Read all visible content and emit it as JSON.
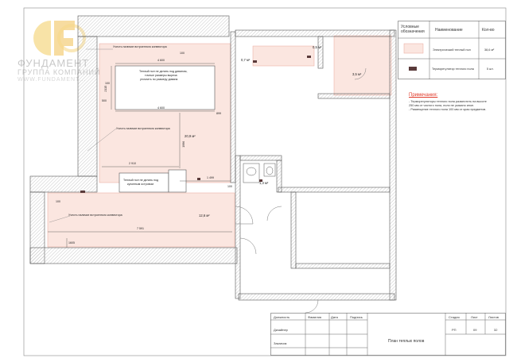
{
  "brand": {
    "name": "ФУНДАМЕНТ",
    "subtitle": "ГРУППА КОМПАНИЙ",
    "website": "WWW.FUNDAMENT..."
  },
  "legend": {
    "headers": {
      "symbol": "Условные обозначения",
      "name": "Наименование",
      "qty": "Кол-во"
    },
    "rows": [
      {
        "name": "Электрический теплый пол",
        "qty": "38,6 м²",
        "color": "#fbe6e0"
      },
      {
        "name": "Терморегулятор теплого пола",
        "qty": "5 шт.",
        "color": "#5a3a3a"
      }
    ]
  },
  "notes": {
    "title": "Примечания:",
    "items": [
      "- Терморегуляторы теплого пола разместить на высоте",
      "  250 мм от чистого пола, если не указано иное.",
      "- Размещение теплого пола 100 мм от края предметов."
    ]
  },
  "plan_labels": {
    "convector_1": "Учесть наличие встроенного конвектора",
    "convector_2": "Учесть наличие встроенного конвектора",
    "convector_3": "Учесть наличие встроенного конвектора",
    "sofa_note_1": "Теплый пол не делать под диваном,",
    "sofa_note_2": "точные размеры выреза",
    "sofa_note_3": "уточнить по размеру дивана",
    "kitchen_note_1": "Теплый пол не делать под",
    "kitchen_note_2": "кухонным островом"
  },
  "dimensions": {
    "d_4600_top": "4 600",
    "d_4600_mid": "4 600",
    "d_2115": "2115",
    "d_500": "500",
    "d_100_a": "100",
    "d_100_b": "100",
    "d_899": "899",
    "d_1996": "1996",
    "d_2910": "2 910",
    "d_1499": "1 499",
    "d_7591": "7 591",
    "d_1605": "1605",
    "d_100_c": "100",
    "d_100_d": "100"
  },
  "areas": {
    "living": "20,9 м²",
    "kitchen": "12,6 м²",
    "bath": "1,3 м²",
    "hall_a": "0,7 м²",
    "hall_b": "0,5 м²",
    "room_right": "3,5 м²"
  },
  "title_block": {
    "role_1": "Должность",
    "role_2": "Дизайнер",
    "role_3": "Заказчик",
    "col_surname": "Фамилия",
    "col_date": "Дата",
    "col_sign": "Подпись",
    "sheet_title": "План теплых полов",
    "stage_h": "Стадия",
    "sheet_h": "Лист",
    "sheets_h": "Листов",
    "stage": "РП",
    "sheet": "09",
    "sheets": "32"
  }
}
